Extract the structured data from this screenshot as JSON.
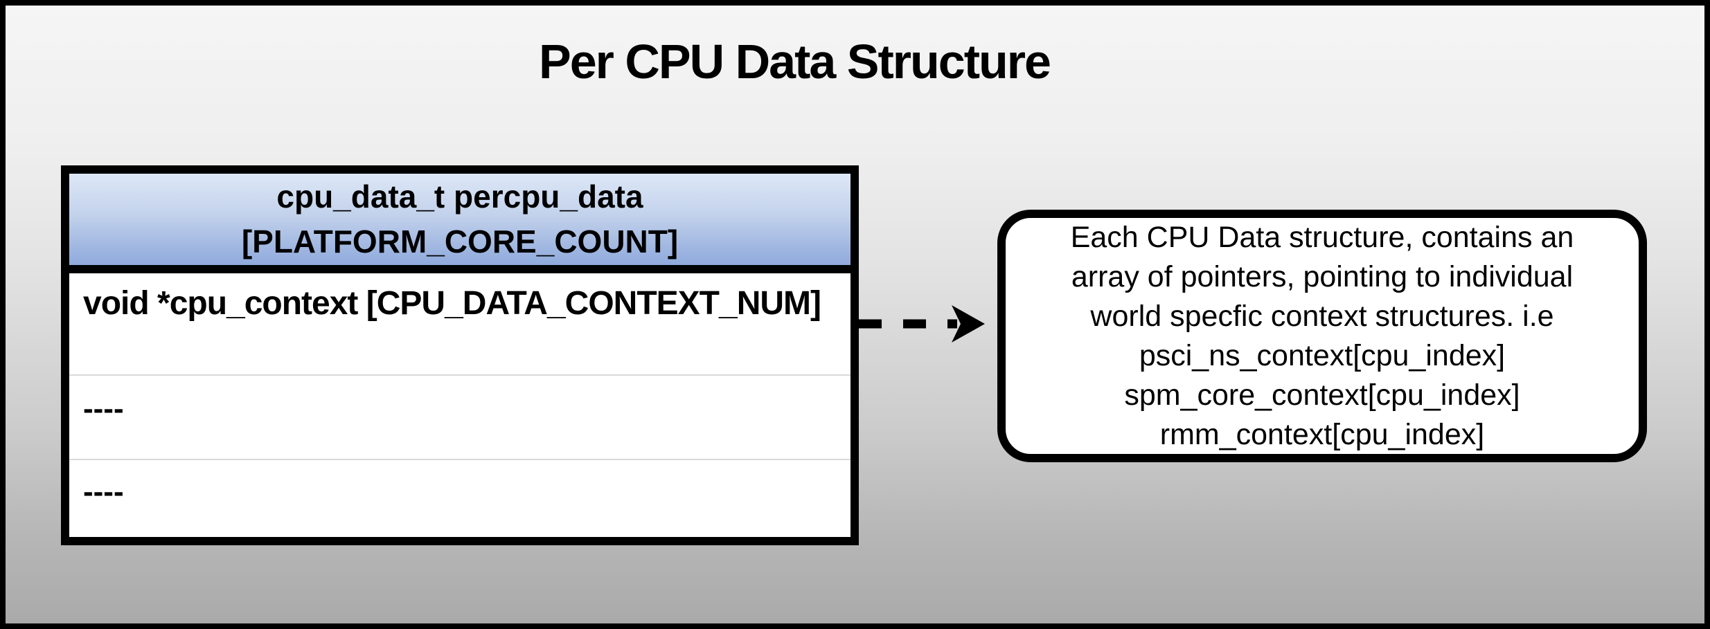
{
  "title": "Per CPU Data Structure",
  "colors": {
    "outer_border": "#000000",
    "page_bg_top": "#f5f5f5",
    "page_bg_bottom": "#aaaaaa",
    "table_border": "#000000",
    "header_gradient_top": "#dde7f6",
    "header_gradient_bottom": "#8faadc",
    "row_bg": "#ffffff",
    "row_divider": "#d9d9d9",
    "text": "#000000"
  },
  "table": {
    "header": {
      "line1": "cpu_data_t percpu_data",
      "line2": "[PLATFORM_CORE_COUNT]"
    },
    "rows": [
      {
        "label": "void *cpu_context [CPU_DATA_CONTEXT_NUM]"
      },
      {
        "label": "----"
      },
      {
        "label": "----"
      }
    ]
  },
  "arrow": {
    "style": "dashed",
    "direction": "right"
  },
  "note": {
    "lines": [
      "Each CPU Data structure, contains an",
      "array of pointers, pointing to individual",
      "world specfic context structures. i.e",
      "psci_ns_context[cpu_index]",
      "spm_core_context[cpu_index]",
      "rmm_context[cpu_index]"
    ]
  }
}
